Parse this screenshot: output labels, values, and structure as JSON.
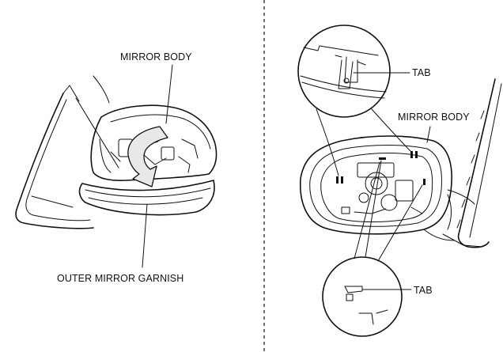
{
  "labels": {
    "mirror_body_left": "MIRROR BODY",
    "outer_mirror_garnish": "OUTER MIRROR GARNISH",
    "tab_top": "TAB",
    "mirror_body_right": "MIRROR BODY",
    "tab_bottom": "TAB"
  },
  "colors": {
    "line": "#111111",
    "background": "#ffffff"
  },
  "icons": {
    "removal_direction": "curved-arrow-icon"
  }
}
